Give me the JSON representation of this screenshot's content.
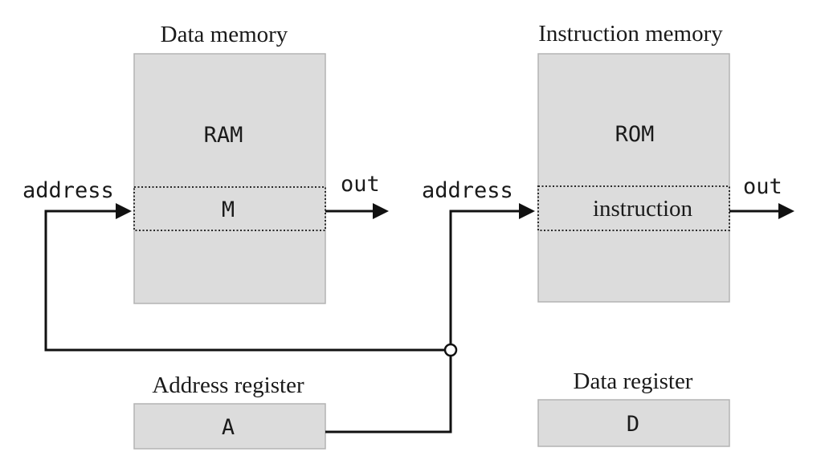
{
  "data_memory": {
    "title": "Data memory",
    "name": "RAM",
    "cell": "M",
    "input_label": "address",
    "output_label": "out"
  },
  "instruction_memory": {
    "title": "Instruction memory",
    "name": "ROM",
    "cell": "instruction",
    "input_label": "address",
    "output_label": "out"
  },
  "address_register": {
    "title": "Address register",
    "name": "A"
  },
  "data_register": {
    "title": "Data register",
    "name": "D"
  },
  "colors": {
    "block_fill": "#dcdcdc",
    "block_stroke": "#b4b4b4",
    "wire": "#111111",
    "text": "#1a1a1a"
  }
}
